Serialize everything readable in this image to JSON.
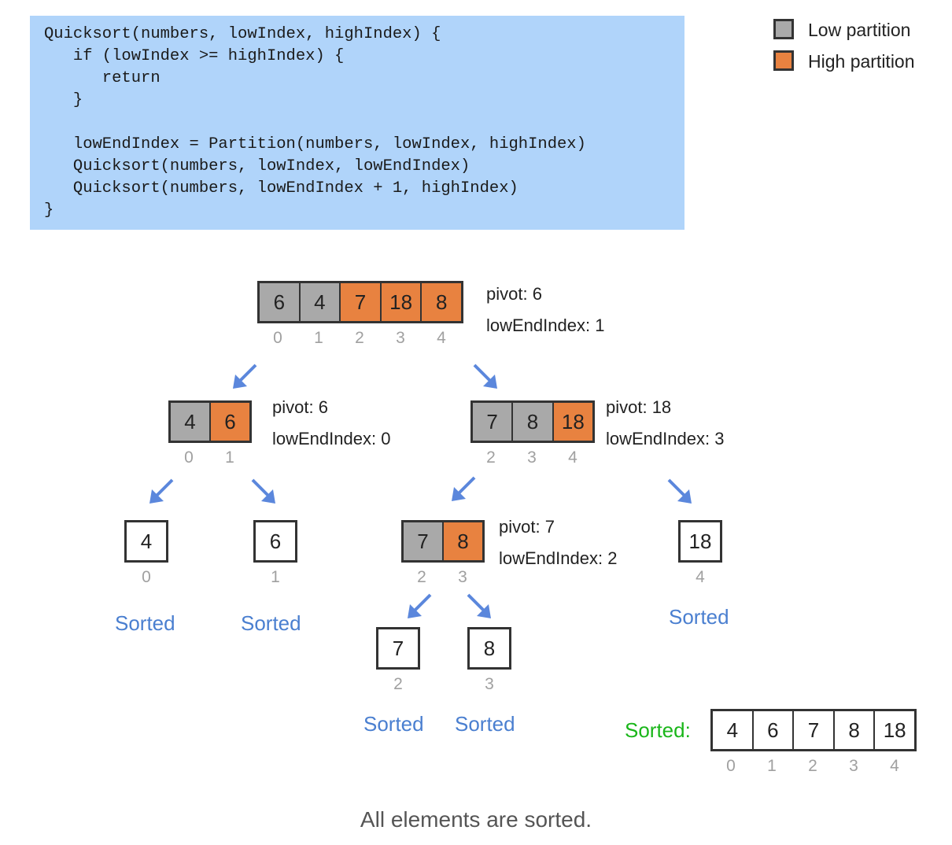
{
  "code": {
    "lines": [
      "Quicksort(numbers, lowIndex, highIndex) {",
      "   if (lowIndex >= highIndex) {",
      "      return",
      "   }",
      "",
      "   lowEndIndex = Partition(numbers, lowIndex, highIndex)",
      "   Quicksort(numbers, lowIndex, lowEndIndex)",
      "   Quicksort(numbers, lowEndIndex + 1, highIndex)",
      "}"
    ]
  },
  "legend": {
    "low": {
      "label": "Low partition",
      "color": "#a9a9a9"
    },
    "high": {
      "label": "High partition",
      "color": "#e88240"
    }
  },
  "nodes": {
    "root": {
      "values": [
        "6",
        "4",
        "7",
        "18",
        "8"
      ],
      "roles": [
        "low",
        "low",
        "high",
        "high",
        "high"
      ],
      "indices": [
        "0",
        "1",
        "2",
        "3",
        "4"
      ],
      "pivot": "pivot: 6",
      "low_end": "lowEndIndex: 1"
    },
    "left": {
      "values": [
        "4",
        "6"
      ],
      "roles": [
        "low",
        "high"
      ],
      "indices": [
        "0",
        "1"
      ],
      "pivot": "pivot: 6",
      "low_end": "lowEndIndex: 0"
    },
    "right": {
      "values": [
        "7",
        "8",
        "18"
      ],
      "roles": [
        "low",
        "low",
        "high"
      ],
      "indices": [
        "2",
        "3",
        "4"
      ],
      "pivot": "pivot: 18",
      "low_end": "lowEndIndex: 3"
    },
    "right_left": {
      "values": [
        "7",
        "8"
      ],
      "roles": [
        "low",
        "high"
      ],
      "indices": [
        "2",
        "3"
      ],
      "pivot": "pivot: 7",
      "low_end": "lowEndIndex: 2"
    },
    "leaf_0": {
      "value": "4",
      "index": "0",
      "status": "Sorted"
    },
    "leaf_1": {
      "value": "6",
      "index": "1",
      "status": "Sorted"
    },
    "leaf_2": {
      "value": "7",
      "index": "2",
      "status": "Sorted"
    },
    "leaf_3": {
      "value": "8",
      "index": "3",
      "status": "Sorted"
    },
    "leaf_4": {
      "value": "18",
      "index": "4",
      "status": "Sorted"
    }
  },
  "result": {
    "label": "Sorted:",
    "label_color": "#1ab61a",
    "values": [
      "4",
      "6",
      "7",
      "8",
      "18"
    ],
    "indices": [
      "0",
      "1",
      "2",
      "3",
      "4"
    ]
  },
  "caption": "All elements are sorted.",
  "colors": {
    "code_bg": "#b0d4fa",
    "arrow": "#5b87dc",
    "sorted_text": "#4a7fd0",
    "index_text": "#a0a0a0"
  }
}
